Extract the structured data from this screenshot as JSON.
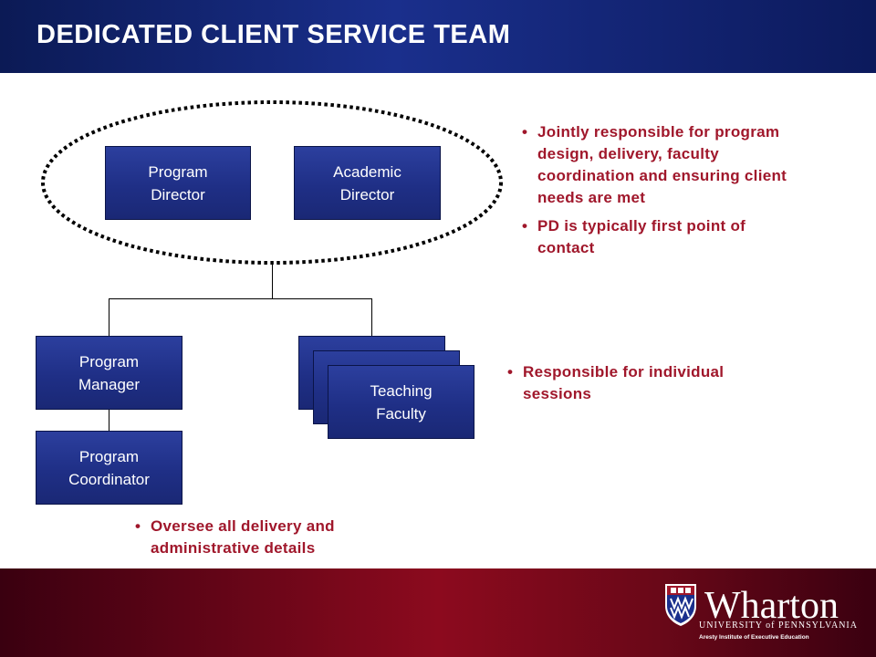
{
  "header": {
    "title": "DEDICATED CLIENT SERVICE TEAM"
  },
  "org": {
    "program_director": [
      "Program",
      "Director"
    ],
    "academic_director": [
      "Academic",
      "Director"
    ],
    "program_manager": [
      "Program",
      "Manager"
    ],
    "program_coordinator": [
      "Program",
      "Coordinator"
    ],
    "teaching_faculty": [
      "Teaching",
      "Faculty"
    ]
  },
  "notes": {
    "directors": [
      [
        "Jointly responsible for program",
        "design, delivery, faculty",
        "coordination and ensuring client",
        "needs are met"
      ],
      [
        "PD is typically first point of",
        "contact"
      ]
    ],
    "faculty": [
      [
        "Responsible for individual",
        "sessions"
      ]
    ],
    "staff": [
      [
        "Oversee all delivery and",
        "administrative details"
      ]
    ]
  },
  "logo": {
    "wordmark": "Wharton",
    "university": "UNIVERSITY of PENNSYLVANIA",
    "institute": "Aresty Institute of Executive Education"
  },
  "colors": {
    "header_blue": "#1a2f8c",
    "box_blue": "#1f2f86",
    "accent_red": "#a0172b",
    "footer_red": "#8c0a1e"
  }
}
